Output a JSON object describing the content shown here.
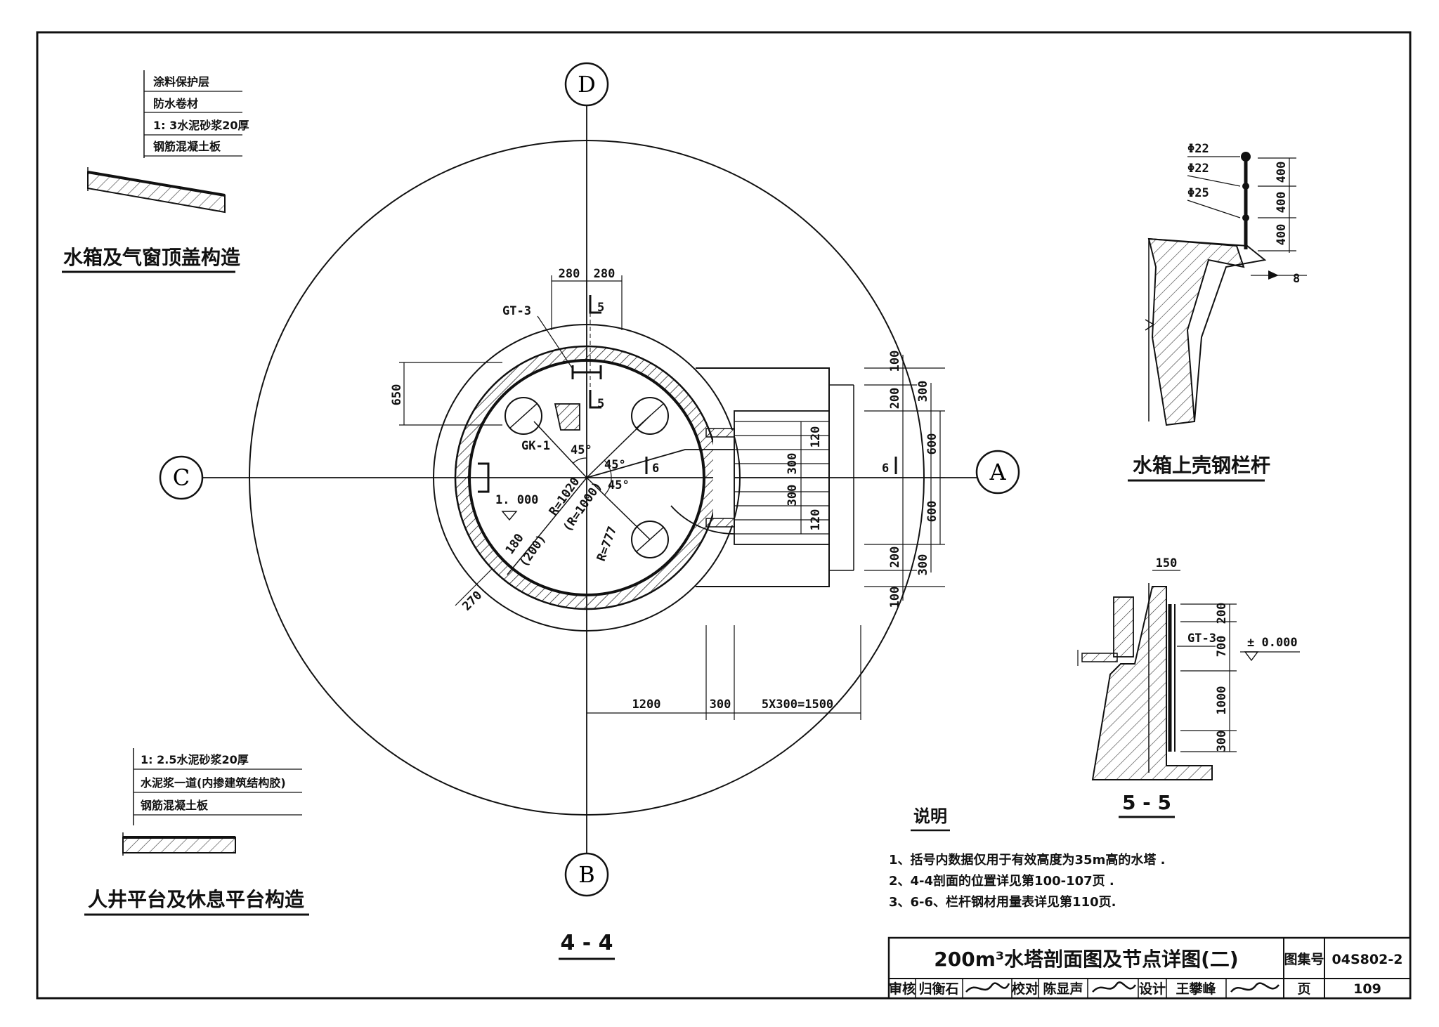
{
  "axes": {
    "d": "D",
    "c": "C",
    "a": "A",
    "b": "B"
  },
  "roof_detail": {
    "layers": [
      "涂料保护层",
      "防水卷材",
      "1: 3水泥砂浆20厚",
      "钢筋混凝土板"
    ],
    "title": "水箱及气窗顶盖构造"
  },
  "platform_detail": {
    "layers": [
      "1: 2.5水泥砂浆20厚",
      "水泥浆一道(内掺建筑结构胶)",
      "钢筋混凝土板"
    ],
    "title": "人井平台及休息平台构造"
  },
  "railing_detail": {
    "bars": [
      "Φ22",
      "Φ22",
      "Φ25"
    ],
    "dims": [
      "400",
      "400",
      "400",
      "8"
    ],
    "title": "水箱上壳钢栏杆"
  },
  "section55": {
    "dims": [
      "150",
      "200",
      "700",
      "1000",
      "300"
    ],
    "label_gt": "GT-3",
    "elevation": "± 0.000",
    "title": "5 - 5"
  },
  "plan": {
    "title": "4 - 4",
    "dim_280a": "280",
    "dim_280b": "280",
    "gt3": "GT-3",
    "gk1": "GK-1",
    "cut5_top": "5",
    "cut5_mid": "5",
    "cut6_left": "6",
    "cut6_right": "6",
    "dim_650": "650",
    "angle1": "45°",
    "angle2": "45°",
    "angle3": "45°",
    "elev": "1. 000",
    "r1020": "R=1020",
    "r1000": "(R=1000)",
    "r777": "R=777",
    "d180": "180",
    "d200": "(200)",
    "d270": "270",
    "right_dims": {
      "d100a": "100",
      "d200a": "200",
      "d300a": "300",
      "d600a": "600",
      "d600b": "600",
      "d200b": "200",
      "d300b": "300",
      "d100b": "100"
    },
    "stair_dims": {
      "d120a": "120",
      "d300a": "300",
      "d300b": "300",
      "d120b": "120"
    },
    "bottom_dims": {
      "d1200": "1200",
      "d300": "300",
      "d1500": "5X300=1500"
    }
  },
  "notes": {
    "heading": "说明",
    "items": [
      "1、括号内数据仅用于有效高度为35m高的水塔 .",
      "2、4-4剖面的位置详见第100-107页 .",
      "3、6-6、栏杆钢材用量表详见第110页."
    ]
  },
  "title_block": {
    "title": "200m³水塔剖面图及节点详图(二)",
    "atlas_label": "图集号",
    "atlas_no": "04S802-2",
    "review_label": "审核",
    "reviewer": "归衡石",
    "check_label": "校对",
    "checker": "陈显声",
    "design_label": "设计",
    "designer": "王攀峰",
    "page_label": "页",
    "page_no": "109"
  }
}
